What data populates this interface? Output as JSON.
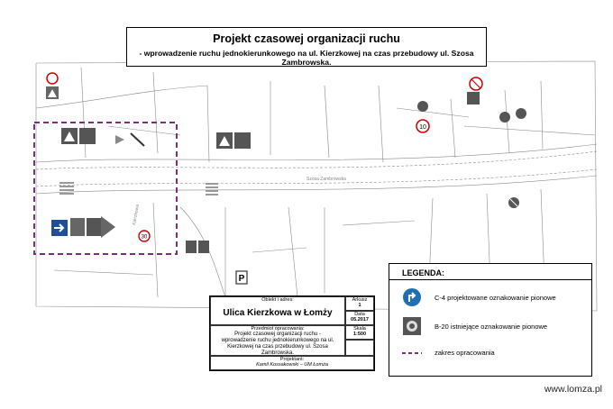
{
  "title": {
    "main": "Projekt czasowej organizacji ruchu",
    "sub": "- wprowadzenie ruchu jednokierunkowego na ul. Kierzkowej na czas przebudowy ul. Szosa Zambrowska."
  },
  "legend": {
    "heading": "LEGENDA:",
    "items": [
      {
        "icon": "c4-turn-right-sign-icon",
        "label": "C-4 projektowane oznakowanie pionowe"
      },
      {
        "icon": "b20-stop-sign-icon",
        "label": "B-20 istniejące oznakowanie pionowe"
      },
      {
        "icon": "dashed-boundary-icon",
        "label": "zakres opracowania"
      }
    ],
    "colors": {
      "c4": "#1f6fb5",
      "b20": "#555555",
      "boundary": "#7a2f7a"
    }
  },
  "title_block": {
    "object_label": "Obiekt i adres:",
    "object_value": "Ulica Kierzkowa w Łomży",
    "sheet_label": "Arkusz",
    "sheet_value": "1",
    "date_label": "Data",
    "date_value": "05.2017",
    "scale_label": "Skala",
    "scale_value": "1:500",
    "subject_label": "Przedmiot opracowania:",
    "subject_value": "Projekt czasowej organizacji ruchu - wprowadzenie ruchu jednokierunkowego na ul. Kierzkowej na czas przebudowy ul. Szosa Zambrowska.",
    "author_label": "Projektant:",
    "author_value": "Kamil Kossakowski – UM Łomża"
  },
  "map_labels": {
    "street_top": "Szosa Zambrowska",
    "street_left": "Kierzkowa",
    "sign_10": "10",
    "sign_30": "30",
    "sign_p": "P"
  },
  "footer": "www.lomza.pl"
}
